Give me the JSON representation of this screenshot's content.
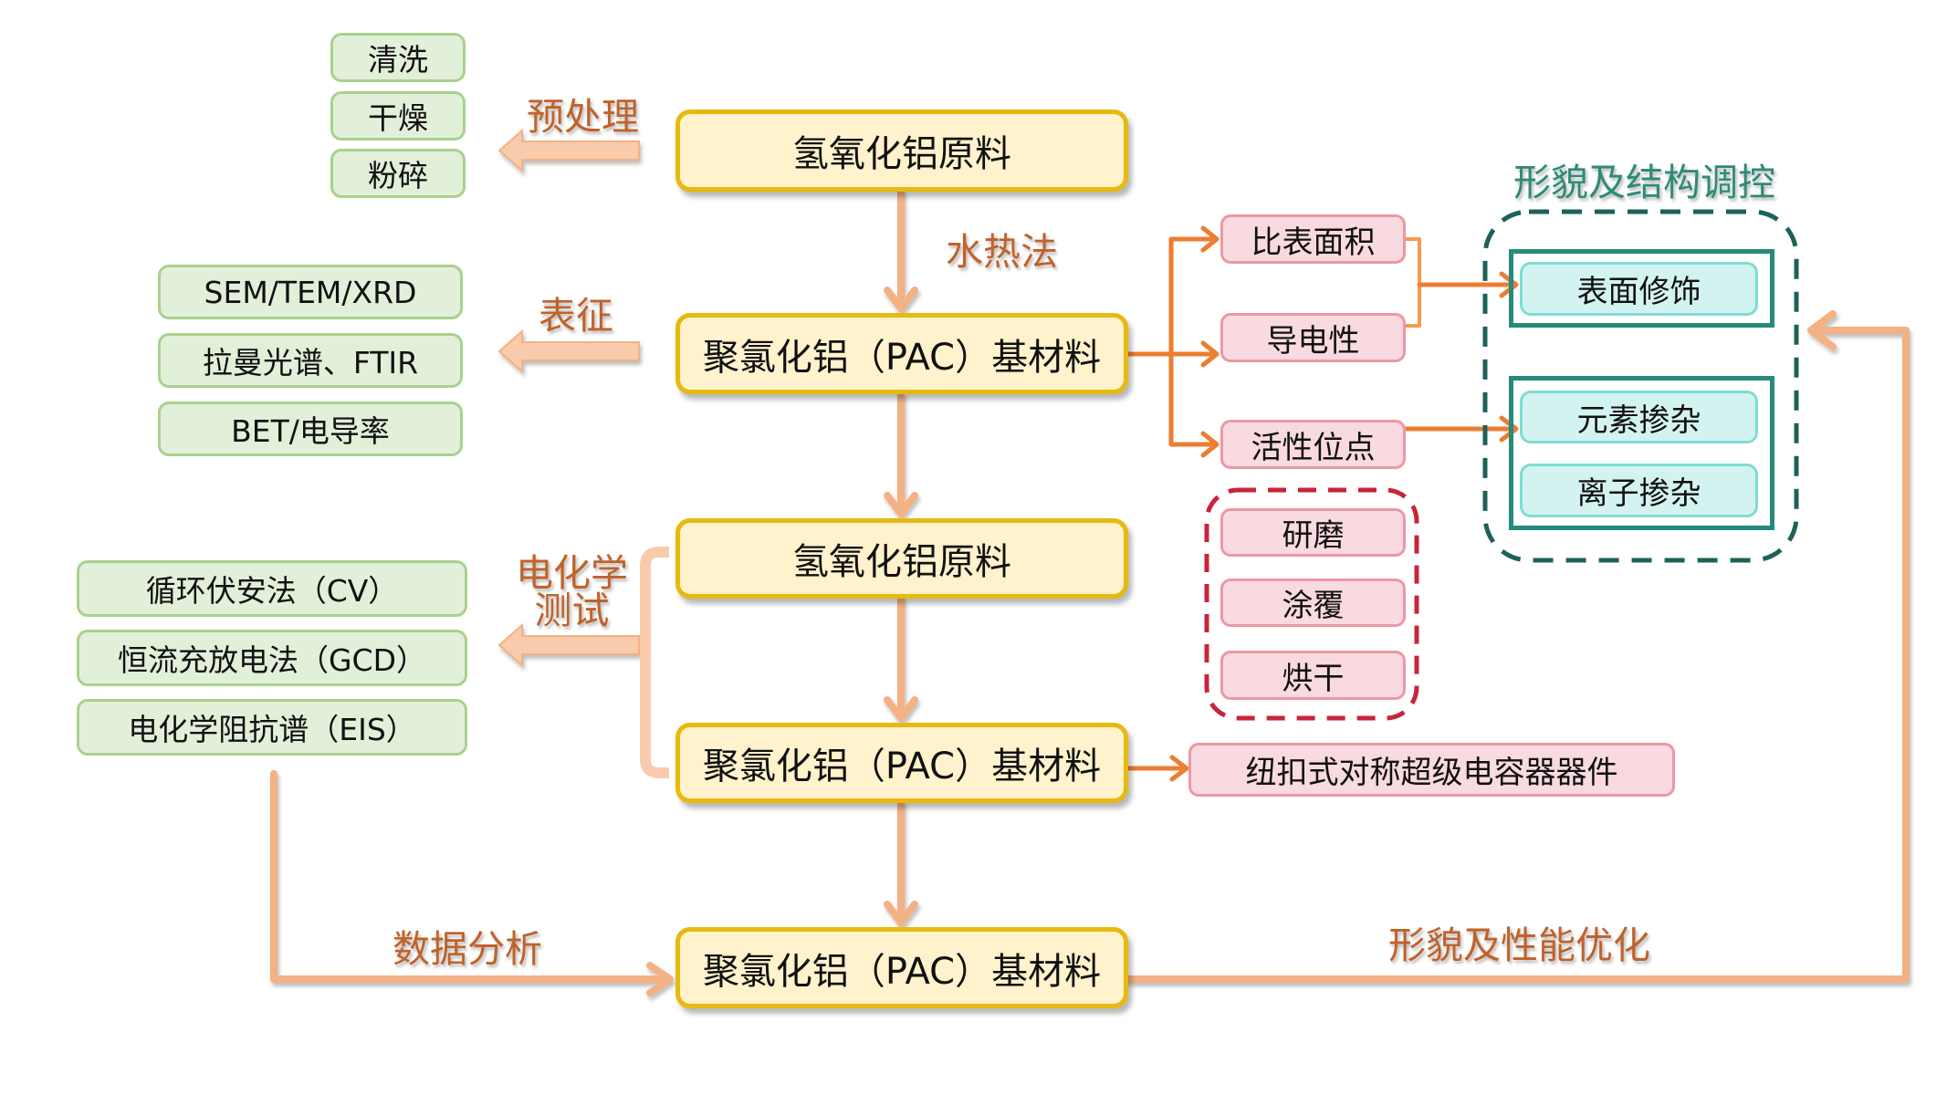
{
  "colors": {
    "step_box_fill": "#fff2cc",
    "step_box_border": "#e8b90e",
    "method_box_fill": "#e2efd9",
    "method_box_border": "#a9d18e",
    "property_box_fill": "#f9dae0",
    "property_box_border": "#ee97a4",
    "tuning_box_fill": "#d3f3f0",
    "tuning_box_border": "#7fdcd2",
    "tuning_frame": "#268a7e",
    "tuning_group_dashed": "#1e6158",
    "electrode_group_dashed": "#c8243a",
    "main_arrow": "#f4b183",
    "branch_arrow": "#ed7d31",
    "label_text": "#c0622a",
    "tuning_title_text": "#2e8b78"
  },
  "main_flow": {
    "steps": [
      {
        "label": "氢氧化铝原料"
      },
      {
        "label": "聚氯化铝（PAC）基材料"
      },
      {
        "label": "氢氧化铝原料"
      },
      {
        "label": "聚氯化铝（PAC）基材料"
      },
      {
        "label": "聚氯化铝（PAC）基材料"
      }
    ],
    "edge_labels": {
      "hydrothermal": "水热法"
    }
  },
  "pretreatment": {
    "label": "预处理",
    "items": [
      "清洗",
      "干燥",
      "粉碎"
    ]
  },
  "characterization": {
    "label": "表征",
    "items": [
      "SEM/TEM/XRD",
      "拉曼光谱、FTIR",
      "BET/电导率"
    ]
  },
  "electrochemical_test": {
    "label_line1": "电化学",
    "label_line2": "测试",
    "items": [
      "循环伏安法（CV）",
      "恒流充放电法（GCD）",
      "电化学阻抗谱（EIS）"
    ]
  },
  "data_analysis": {
    "label": "数据分析"
  },
  "properties": {
    "items": [
      "比表面积",
      "导电性",
      "活性位点"
    ]
  },
  "electrode_prep": {
    "items": [
      "研磨",
      "涂覆",
      "烘干"
    ]
  },
  "device": {
    "label": "纽扣式对称超级电容器器件"
  },
  "tuning": {
    "title": "形貌及结构调控",
    "surface_group": [
      "表面修饰"
    ],
    "doping_group": [
      "元素掺杂",
      "离子掺杂"
    ]
  },
  "feedback": {
    "label": "形貌及性能优化"
  }
}
